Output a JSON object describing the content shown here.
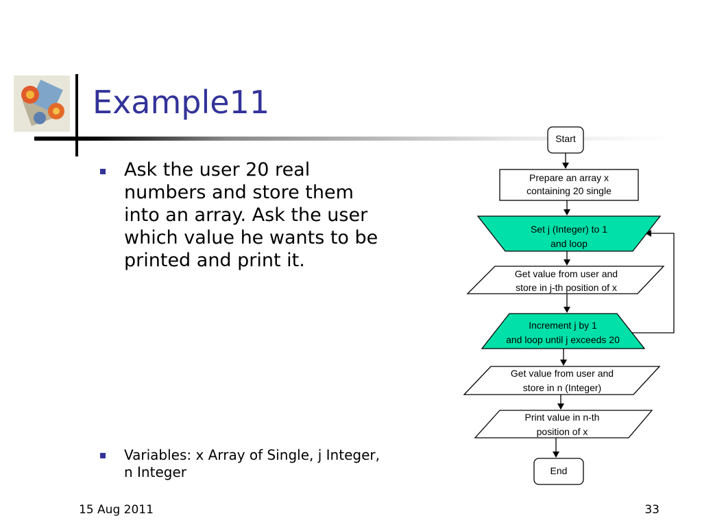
{
  "slide": {
    "title": "Example11",
    "bullets": [
      "Ask the user 20 real numbers and store them into an array. Ask the user which value he wants to be printed and print it.",
      "Variables: x Array of Single, j Integer, n Integer"
    ],
    "footer": {
      "date": "15 Aug 2011",
      "page": "33"
    }
  },
  "flowchart": {
    "start": "Start",
    "prepare": [
      "Prepare an array x",
      "containing 20 single"
    ],
    "loop_start": [
      "Set j (Integer) to 1",
      "and loop"
    ],
    "get_x": [
      "Get value from user and",
      "store in j-th position of x"
    ],
    "loop_end": [
      "Increment j by 1",
      "and loop until j exceeds 20"
    ],
    "get_n": [
      "Get value from user and",
      "store in n (Integer)"
    ],
    "print": [
      "Print value in n-th",
      "position of x"
    ],
    "end": "End"
  },
  "colors": {
    "title": "#33339a",
    "loop_fill": "#00e0a8"
  }
}
